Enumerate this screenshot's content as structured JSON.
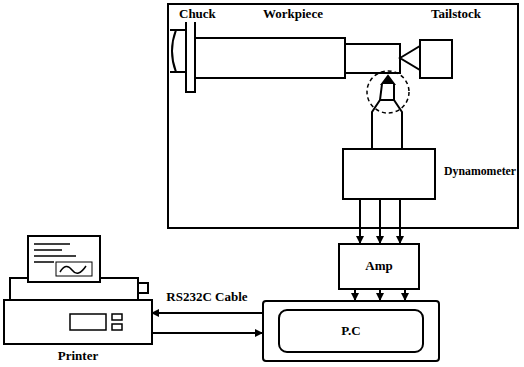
{
  "diagram": {
    "nodes": [
      {
        "text": [
          "Dynamometer"
        ]
      },
      {
        "text": [
          "Amp"
        ]
      },
      {
        "text": [
          "P.C"
        ]
      },
      {
        "text": [
          "Printer"
        ]
      }
    ],
    "edges": [
      {
        "from": 0,
        "to": 1,
        "arrow": "to"
      },
      {
        "from": 0,
        "to": 1,
        "arrow": "to"
      },
      {
        "from": 0,
        "to": 1,
        "arrow": "to"
      },
      {
        "from": 1,
        "to": 2,
        "arrow": "to"
      },
      {
        "from": 1,
        "to": 2,
        "arrow": "to"
      },
      {
        "from": 1,
        "to": 2,
        "arrow": "to"
      },
      {
        "from": 2,
        "to": 3,
        "label": "RS232C Cable",
        "arrow": "to"
      },
      {
        "from": 3,
        "to": 2,
        "arrow": "to"
      }
    ],
    "labels": [
      "Chuck",
      "Workpiece",
      "Tailstock"
    ]
  }
}
